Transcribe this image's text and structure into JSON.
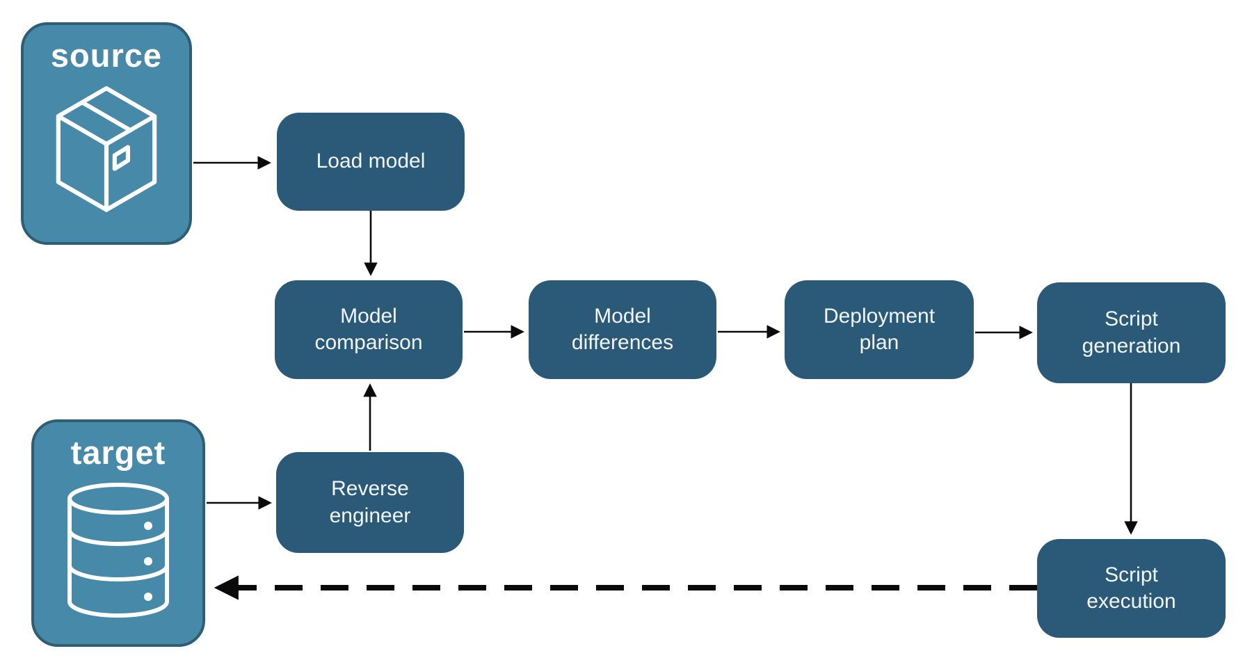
{
  "diagram": {
    "background": "#ffffff",
    "colors": {
      "container_fill": "#4789a9",
      "container_border": "#2e5d74",
      "node_fill": "#2b5978",
      "node_text": "#f2f6f8",
      "container_text": "#ffffff",
      "arrow": "#0a0a0a"
    },
    "containers": {
      "source": {
        "label": "source",
        "icon": "package-icon"
      },
      "target": {
        "label": "target",
        "icon": "database-icon"
      }
    },
    "nodes": {
      "load_model": {
        "label": "Load model"
      },
      "model_comparison": {
        "label": "Model comparison"
      },
      "model_differences": {
        "label": "Model differences"
      },
      "deployment_plan": {
        "label": "Deployment plan"
      },
      "script_generation": {
        "label": "Script generation"
      },
      "reverse_engineer": {
        "label": "Reverse engineer"
      },
      "script_execution": {
        "label": "Script execution"
      }
    },
    "edges": [
      {
        "from": "source",
        "to": "load_model",
        "style": "solid"
      },
      {
        "from": "load_model",
        "to": "model_comparison",
        "style": "solid"
      },
      {
        "from": "model_comparison",
        "to": "model_differences",
        "style": "solid"
      },
      {
        "from": "model_differences",
        "to": "deployment_plan",
        "style": "solid"
      },
      {
        "from": "deployment_plan",
        "to": "script_generation",
        "style": "solid"
      },
      {
        "from": "script_generation",
        "to": "script_execution",
        "style": "solid"
      },
      {
        "from": "target",
        "to": "reverse_engineer",
        "style": "solid"
      },
      {
        "from": "reverse_engineer",
        "to": "model_comparison",
        "style": "solid"
      },
      {
        "from": "script_execution",
        "to": "target",
        "style": "dashed"
      }
    ]
  }
}
